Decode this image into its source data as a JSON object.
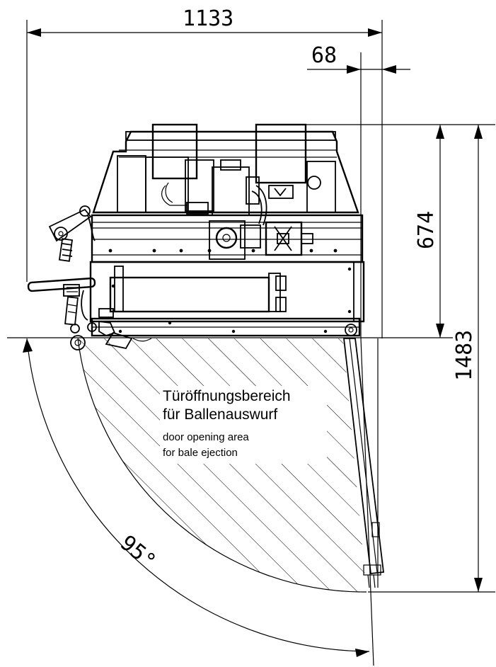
{
  "dimensions": {
    "overall_width": "1133",
    "offset": "68",
    "machine_depth": "674",
    "total_depth": "1483",
    "door_angle": "95°"
  },
  "door_area": {
    "title_de_line1": "Türöffnungsbereich",
    "title_de_line2": "für Ballenauswurf",
    "title_en_line1": "door opening area",
    "title_en_line2": "for bale ejection"
  },
  "colors": {
    "line": "#000000",
    "background": "#ffffff"
  }
}
